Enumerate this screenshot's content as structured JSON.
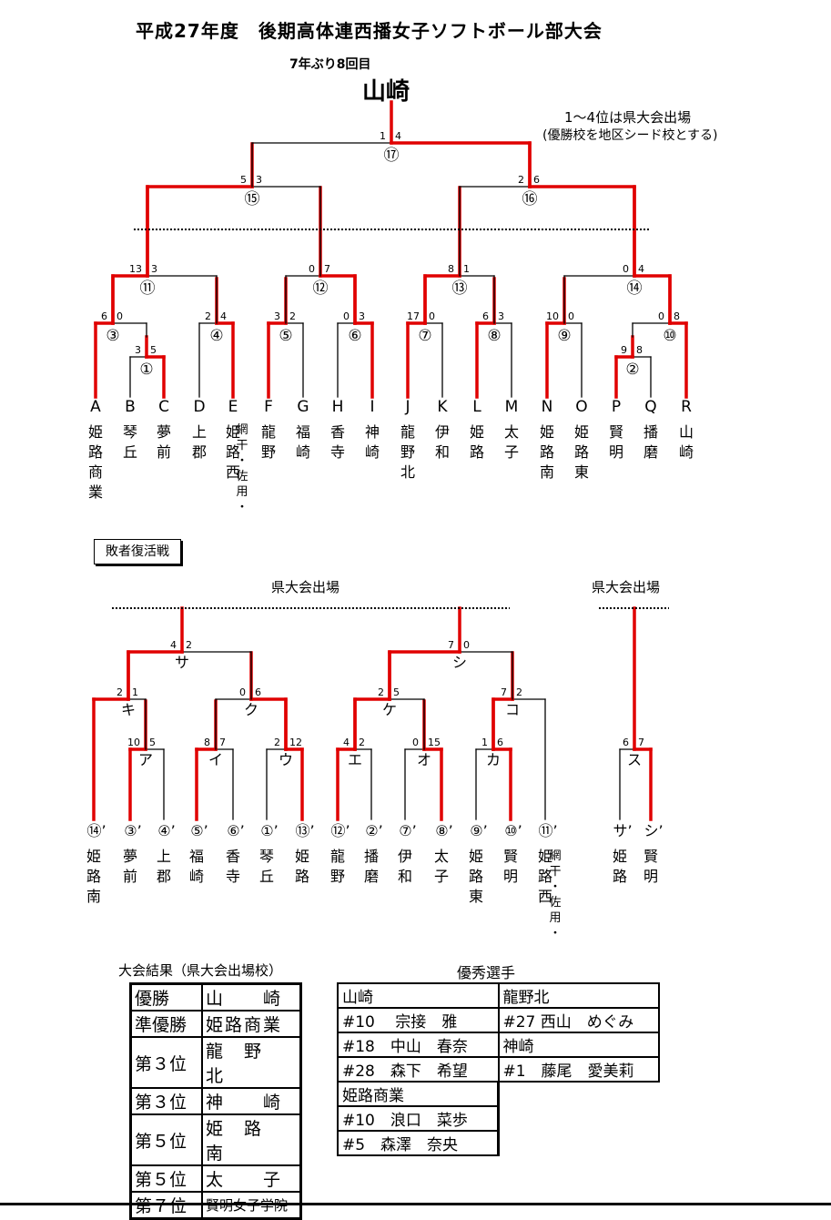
{
  "header": {
    "title": "平成27年度　後期高体連西播女子ソフトボール部大会",
    "streak": "7年ぶり8回目",
    "champion": "山崎",
    "note_line1": "1～4位は県大会出場",
    "note_line2": "(優勝校を地区シード校とする)"
  },
  "main_bracket": {
    "teams": [
      {
        "letter": "A",
        "school": "姫路商業"
      },
      {
        "letter": "B",
        "school": "琴丘"
      },
      {
        "letter": "C",
        "school": "夢前"
      },
      {
        "letter": "D",
        "school": "上郡"
      },
      {
        "letter": "E",
        "school": "姫路西",
        "school2": "網干・佐用・"
      },
      {
        "letter": "F",
        "school": "龍野"
      },
      {
        "letter": "G",
        "school": "福崎"
      },
      {
        "letter": "H",
        "school": "香寺"
      },
      {
        "letter": "I",
        "school": "神崎"
      },
      {
        "letter": "J",
        "school": "龍野北"
      },
      {
        "letter": "K",
        "school": "伊和"
      },
      {
        "letter": "L",
        "school": "姫路"
      },
      {
        "letter": "M",
        "school": "太子"
      },
      {
        "letter": "N",
        "school": "姫路南"
      },
      {
        "letter": "O",
        "school": "姫路東"
      },
      {
        "letter": "P",
        "school": "賢明"
      },
      {
        "letter": "Q",
        "school": "播磨"
      },
      {
        "letter": "R",
        "school": "山崎"
      }
    ],
    "matches": [
      {
        "label": "①",
        "left_score": "3",
        "right_score": "5"
      },
      {
        "label": "②",
        "left_score": "9",
        "right_score": "8"
      },
      {
        "label": "③",
        "left_score": "6",
        "right_score": "0"
      },
      {
        "label": "④",
        "left_score": "2",
        "right_score": "4"
      },
      {
        "label": "⑤",
        "left_score": "3",
        "right_score": "2"
      },
      {
        "label": "⑥",
        "left_score": "0",
        "right_score": "3"
      },
      {
        "label": "⑦",
        "left_score": "17",
        "right_score": "0"
      },
      {
        "label": "⑧",
        "left_score": "6",
        "right_score": "3"
      },
      {
        "label": "⑨",
        "left_score": "10",
        "right_score": "0"
      },
      {
        "label": "⑩",
        "left_score": "0",
        "right_score": "8"
      },
      {
        "label": "⑪",
        "left_score": "13",
        "right_score": "3"
      },
      {
        "label": "⑫",
        "left_score": "0",
        "right_score": "7"
      },
      {
        "label": "⑬",
        "left_score": "8",
        "right_score": "1"
      },
      {
        "label": "⑭",
        "left_score": "0",
        "right_score": "4"
      },
      {
        "label": "⑮",
        "left_score": "5",
        "right_score": "3"
      },
      {
        "label": "⑯",
        "left_score": "2",
        "right_score": "6"
      },
      {
        "label": "⑰",
        "left_score": "1",
        "right_score": "4"
      }
    ]
  },
  "repechage": {
    "label": "敗者復活戦",
    "qualify_label": "県大会出場",
    "qualify_label_right": "県大会出場",
    "entries": [
      {
        "code": "⑭’",
        "school": "姫路南"
      },
      {
        "code": "③’",
        "school": "夢前"
      },
      {
        "code": "④’",
        "school": "上郡"
      },
      {
        "code": "⑤’",
        "school": "福崎"
      },
      {
        "code": "⑥’",
        "school": "香寺"
      },
      {
        "code": "①’",
        "school": "琴丘"
      },
      {
        "code": "⑬’",
        "school": "姫路"
      },
      {
        "code": "⑫’",
        "school": "龍野"
      },
      {
        "code": "②’",
        "school": "播磨"
      },
      {
        "code": "⑦’",
        "school": "伊和"
      },
      {
        "code": "⑧’",
        "school": "太子"
      },
      {
        "code": "⑨’",
        "school": "姫路東"
      },
      {
        "code": "⑩’",
        "school": "賢明"
      },
      {
        "code": "⑪’",
        "school": "姫路西",
        "school2": "網干・佐用・"
      },
      {
        "code": "サ’",
        "school": "姫路"
      },
      {
        "code": "シ’",
        "school": "賢明"
      }
    ],
    "matches": [
      {
        "label": "ア",
        "left_score": "10",
        "right_score": "5"
      },
      {
        "label": "イ",
        "left_score": "8",
        "right_score": "7"
      },
      {
        "label": "ウ",
        "left_score": "2",
        "right_score": "12"
      },
      {
        "label": "エ",
        "left_score": "4",
        "right_score": "2"
      },
      {
        "label": "オ",
        "left_score": "0",
        "right_score": "15"
      },
      {
        "label": "カ",
        "left_score": "1",
        "right_score": "6"
      },
      {
        "label": "キ",
        "left_score": "2",
        "right_score": "1"
      },
      {
        "label": "ク",
        "left_score": "0",
        "right_score": "6"
      },
      {
        "label": "ケ",
        "left_score": "2",
        "right_score": "5"
      },
      {
        "label": "コ",
        "left_score": "7",
        "right_score": "2"
      },
      {
        "label": "サ",
        "left_score": "4",
        "right_score": "2"
      },
      {
        "label": "シ",
        "left_score": "7",
        "right_score": "0"
      },
      {
        "label": "ス",
        "left_score": "6",
        "right_score": "7"
      }
    ]
  },
  "results": {
    "title": "大会結果（県大会出場校）",
    "rows": [
      {
        "rank": "優勝",
        "school": "山　　崎"
      },
      {
        "rank": "準優勝",
        "school": "姫路商業"
      },
      {
        "rank": "第３位",
        "school": "龍　野　北"
      },
      {
        "rank": "第３位",
        "school": "神　　崎"
      },
      {
        "rank": "第５位",
        "school": "姫　路　南"
      },
      {
        "rank": "第５位",
        "school": "太　　子"
      },
      {
        "rank": "第７位",
        "school": "賢明女子学院"
      }
    ]
  },
  "best_players": {
    "title": "優秀選手",
    "rows": [
      [
        "山崎",
        "龍野北"
      ],
      [
        "#10　 宗接　雅",
        "#27 西山　めぐみ"
      ],
      [
        "#18　中山　春奈",
        "神崎"
      ],
      [
        "#28　森下　希望",
        " #1　藤尾　愛美莉"
      ],
      [
        "姫路商業",
        ""
      ],
      [
        "#10　浪口　菜歩",
        ""
      ],
      [
        " #5　森澤　奈央",
        ""
      ]
    ]
  },
  "colors": {
    "winner_line": "#e00000",
    "line": "#000000"
  }
}
